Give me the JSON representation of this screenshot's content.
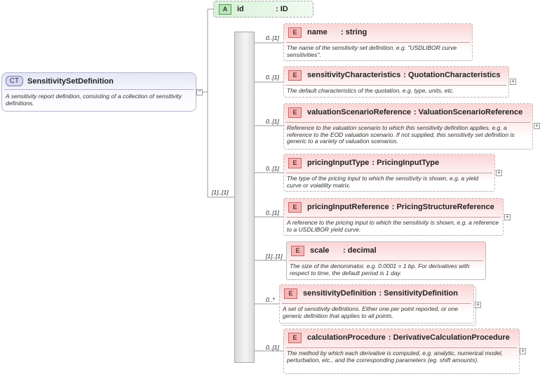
{
  "complex_type": {
    "badge": "CT",
    "name": "SensitivitySetDefinition",
    "documentation": "A sensitivity report definition, consisting of a collection of sensitivity definitions."
  },
  "attribute": {
    "badge": "A",
    "name": "id",
    "type": ": ID"
  },
  "sequence": {
    "cardinality": "[1]..[1]"
  },
  "element_badge": "E",
  "elements": [
    {
      "cardinality": "0..[1]",
      "name": "name",
      "type": ": string",
      "documentation": "The name of the sensitivity set definition, e.g. \"USDLIBOR curve sensitivities\"."
    },
    {
      "cardinality": "0..[1]",
      "name": "sensitivityCharacteristics",
      "type": ": QuotationCharacteristics",
      "documentation": "The default characteristics of the quotation, e.g. type, units, etc."
    },
    {
      "cardinality": "0..[1]",
      "name": "valuationScenarioReference",
      "type": ": ValuationScenarioReference",
      "documentation": "Reference to the valuation scenario to which this sensitivity definition applies, e.g. a reference to the EOD valuation scenario. If not supplied, this sensitivity set definition is generic to a variety of valuation scenarios."
    },
    {
      "cardinality": "0..[1]",
      "name": "pricingInputType",
      "type": ": PricingInputType",
      "documentation": "The type of the pricing input to which the sensitivity is shown, e.g. a yield curve or volatility matrix."
    },
    {
      "cardinality": "0..[1]",
      "name": "pricingInputReference",
      "type": ": PricingStructureReference",
      "documentation": "A reference to the pricing input to which the sensitivity is shown, e.g. a reference to a USDLIBOR yield curve."
    },
    {
      "cardinality": "[1]..[1]",
      "name": "scale",
      "type": ": decimal",
      "documentation": "The size of the denominator, e.g. 0.0001 = 1 bp. For derivatives with respect to time, the default period is 1 day."
    },
    {
      "cardinality": "0..*",
      "name": "sensitivityDefinition",
      "type": ": SensitivityDefinition",
      "documentation": "A set of sensitivity definitions. Either one per point reported, or one generic definition that applies to all points."
    },
    {
      "cardinality": "0..[1]",
      "name": "calculationProcedure",
      "type": ": DerivativeCalculationProcedure",
      "documentation": "The method by which each derivative is computed, e.g. analytic, numerical model, perturbation, etc., and the corresponding parameters (eg. shift amounts)."
    }
  ]
}
